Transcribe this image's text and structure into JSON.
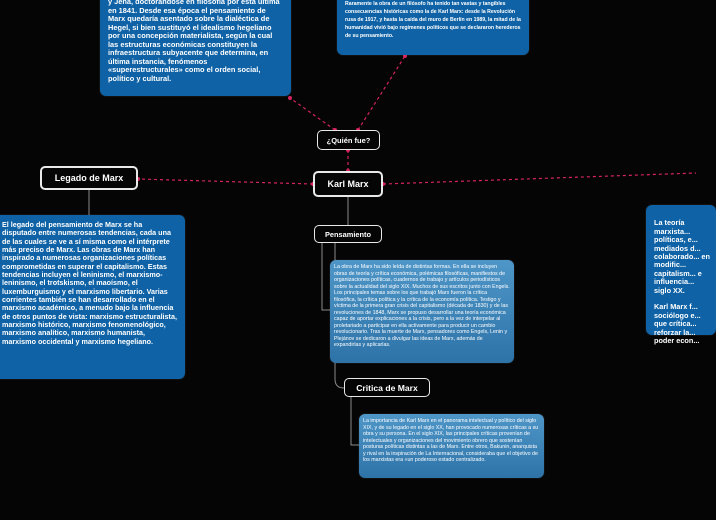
{
  "nodes": {
    "center": "Karl Marx",
    "who": "¿Quién fue?",
    "legacy": "Legado de Marx",
    "thought": "Pensamiento",
    "critique": "Critica de Marx"
  },
  "notes": {
    "hegel": "y Jena, doctorándose en filosofía por esta última en 1841. Desde esa época el pensamiento de Marx quedaría asentado sobre la dialéctica de Hegel, si bien sustituyó el idealismo hegeliano por una concepción materialista, según la cual las estructuras económicas constituyen la infraestructura subyacente que determina, en última instancia, fenómenos «superestructurales» como el orden social, político y cultural.",
    "influence": "Raramente la obra de un filósofo ha tenido tan vastas y tangibles consecuencias históricas como la de Karl Marx: desde la Revolución rusa de 1917, y hasta la caída del muro de Berlín en 1989, la mitad de la humanidad vivió bajo regímenes políticos que se declararon herederos de su pensamiento.",
    "legacy": "El legado del pensamiento de Marx se ha disputado entre numerosas tendencias, cada una de las cuales se ve a sí misma como el intérprete más preciso de Marx. Las obras de Marx han inspirado a numerosas organizaciones políticas comprometidas en superar el capitalismo. Estas tendencias incluyen el leninismo, el marxismo-leninismo, el trotskismo, el maoísmo, el luxemburguismo y el marxismo libertario. Varias corrientes también se han desarrollado en el marxismo académico, a menudo bajo la influencia de otros puntos de vista: marxismo estructuralista, marxismo histórico, marxismo fenomenológico, marxismo analítico, marxismo humanista, marxismo occidental y marxismo hegeliano.",
    "thought": "La obra de Marx ha sido leída de distintas formas. En ella se incluyen obras de teoría y crítica económica, polémicas filosóficas, manifiestos de organizaciones políticas, cuadernos de trabajo y artículos periodísticos sobre la actualidad del siglo XIX. Muchos de sus escritos junto con Engels. Los principales temas sobre los que trabajó Marx fueron la crítica filosófica, la crítica política y la crítica de la economía política. Testigo y víctima de la primera gran crisis del capitalismo (década de 1830) y de las revoluciones de 1848, Marx se propuso desarrollar una teoría económica capaz de aportar explicaciones a la crisis, pero a la vez de interpelar al proletariado a participar en ella activamente para producir un cambio revolucionario. Tras la muerte de Marx, pensadores como Engels, Lenin y Plejánov se dedicaron a divulgar las ideas de Marx, además de expandirlas y aplicarlas.",
    "critique": "La importancia de Karl Marx en el panorama intelectual y político del siglo XIX, y de su legado en el siglo XX, han provocado numerosas críticas a su obra y su persona. En el siglo XIX, las principales críticas provenían de intelectuales y organizaciones del movimiento obrero que sostenían posturas políticas distintas a las de Marx. Entre otros, Bakunin, anarquista y rival en la inspiración de La Internacional, consideraba que el objetivo de los marxistas era «un poderoso estado centralizado.",
    "right": "La teoría marxista... políticas, e... mediados d... colaborado... en modific... capitalism... e influencia... siglo XX.\n\nKarl Marx f... sociólogo e... que crítica... reforzar la... poder econ..."
  },
  "colors": {
    "background": "#050505",
    "link": "#d6245f",
    "node_border": "#e9e9e9",
    "note_dark": "#0e62a5",
    "note_light": "#3b84bb"
  }
}
